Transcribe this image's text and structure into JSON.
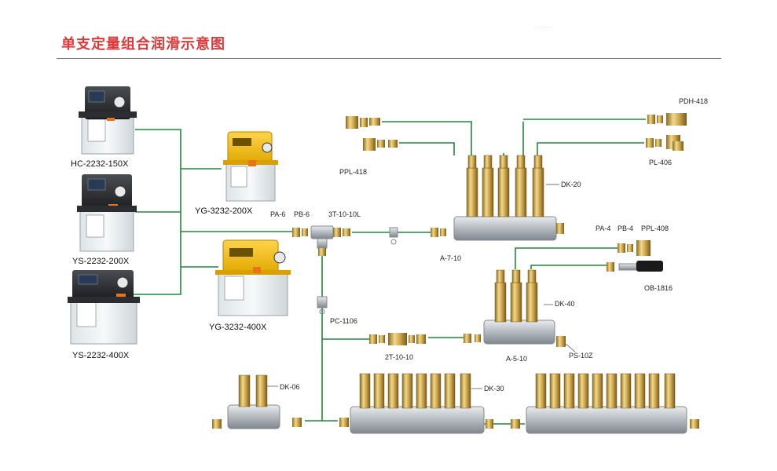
{
  "title": "单支定量组合润滑示意图",
  "faint_text": "·· ·····",
  "colors": {
    "line": "#1f8a3a",
    "brass": "#c9a24a",
    "steel": "#b9bec4",
    "title": "#e0393a"
  },
  "pumps": [
    {
      "model": "HC-2232-150X"
    },
    {
      "model": "YS-2232-200X"
    },
    {
      "model": "YS-2232-400X"
    },
    {
      "model": "YG-3232-200X"
    },
    {
      "model": "YG-3232-400X"
    }
  ],
  "parts": {
    "pa6": "PA-6",
    "pb6": "PB-6",
    "t3": "3T-10-10L",
    "ppl418": "PPL-418",
    "pdh418": "PDH-418",
    "pl406": "PL-406",
    "dk20": "DK-20",
    "a710": "A-7-10",
    "pa4": "PA-4",
    "pb4": "PB-4",
    "ppl408": "PPL-408",
    "ob1816": "OB-1816",
    "dk40": "DK-40",
    "pc1106": "PC-1106",
    "t2": "2T-10-10",
    "a510": "A-5-10",
    "ps10z": "PS-10Z",
    "dk06": "DK-06",
    "dk30": "DK-30"
  }
}
